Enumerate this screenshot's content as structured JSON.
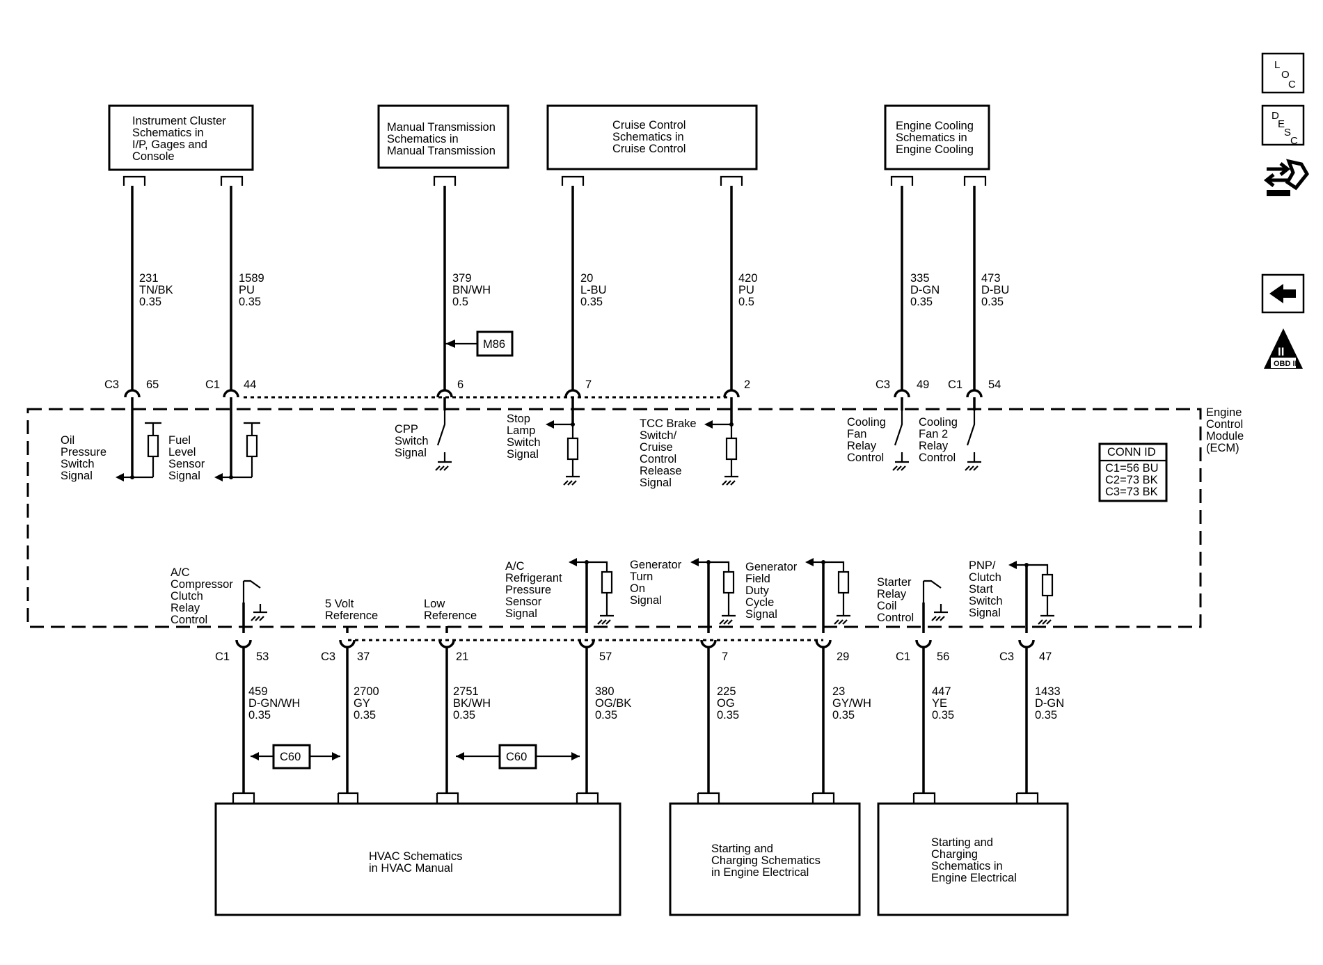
{
  "diagram": {
    "top_modules": [
      {
        "id": "ic",
        "lines": [
          "Instrument Cluster",
          "Schematics in",
          "I/P, Gages and",
          "Console"
        ]
      },
      {
        "id": "mt",
        "lines": [
          "Manual Transmission",
          "Schematics in",
          "Manual Transmission"
        ]
      },
      {
        "id": "cc",
        "lines": [
          "Cruise Control",
          "Schematics in",
          "Cruise Control"
        ]
      },
      {
        "id": "ec",
        "lines": [
          "Engine Cooling",
          "Schematics in",
          "Engine Cooling"
        ]
      }
    ],
    "bottom_modules": [
      {
        "id": "hvac",
        "lines": [
          "HVAC Schematics",
          "in HVAC Manual"
        ]
      },
      {
        "id": "sc1",
        "lines": [
          "Starting and",
          "Charging Schematics",
          "in Engine Electrical"
        ]
      },
      {
        "id": "sc2",
        "lines": [
          "Starting and",
          "Charging",
          "Schematics in",
          "Engine Electrical"
        ]
      }
    ],
    "ecm_label": [
      "Engine",
      "Control",
      "Module",
      "(ECM)"
    ],
    "conn_id": {
      "title": "CONN ID",
      "lines": [
        "C1=56 BU",
        "C2=73 BK",
        "C3=73 BK"
      ]
    },
    "top_circuits": [
      {
        "wire": [
          "231",
          "TN/BK",
          "0.35"
        ],
        "conn": "C3",
        "pin": "65",
        "signal": [
          "Oil",
          "Pressure",
          "Switch",
          "Signal"
        ]
      },
      {
        "wire": [
          "1589",
          "PU",
          "0.35"
        ],
        "conn": "C1",
        "pin": "44",
        "signal": [
          "Fuel",
          "Level",
          "Sensor",
          "Signal"
        ]
      },
      {
        "wire": [
          "379",
          "BN/WH",
          "0.5"
        ],
        "conn": "",
        "pin": "6",
        "signal": [
          "CPP",
          "Switch",
          "Signal"
        ]
      },
      {
        "wire": [
          "20",
          "L-BU",
          "0.35"
        ],
        "conn": "",
        "pin": "7",
        "signal": [
          "Stop",
          "Lamp",
          "Switch",
          "Signal"
        ]
      },
      {
        "wire": [
          "420",
          "PU",
          "0.5"
        ],
        "conn": "",
        "pin": "2",
        "signal": [
          "TCC Brake",
          "Switch/",
          "Cruise",
          "Control",
          "Release",
          "Signal"
        ]
      },
      {
        "wire": [
          "335",
          "D-GN",
          "0.35"
        ],
        "conn": "C3",
        "pin": "49",
        "signal": [
          "Cooling",
          "Fan",
          "Relay",
          "Control"
        ]
      },
      {
        "wire": [
          "473",
          "D-BU",
          "0.35"
        ],
        "conn": "C1",
        "pin": "54",
        "signal": [
          "Cooling",
          "Fan 2",
          "Relay",
          "Control"
        ]
      }
    ],
    "bottom_circuits": [
      {
        "wire": [
          "459",
          "D-GN/WH",
          "0.35"
        ],
        "conn": "C1",
        "pin": "53",
        "signal": [
          "A/C",
          "Compressor",
          "Clutch",
          "Relay",
          "Control"
        ]
      },
      {
        "wire": [
          "2700",
          "GY",
          "0.35"
        ],
        "conn": "C3",
        "pin": "37",
        "signal": [
          "5 Volt",
          "Reference"
        ]
      },
      {
        "wire": [
          "2751",
          "BK/WH",
          "0.35"
        ],
        "conn": "",
        "pin": "21",
        "signal": [
          "Low",
          "Reference"
        ]
      },
      {
        "wire": [
          "380",
          "OG/BK",
          "0.35"
        ],
        "conn": "",
        "pin": "57",
        "signal": [
          "A/C",
          "Refrigerant",
          "Pressure",
          "Sensor",
          "Signal"
        ]
      },
      {
        "wire": [
          "225",
          "OG",
          "0.35"
        ],
        "conn": "",
        "pin": "7",
        "signal": [
          "Generator",
          "Turn",
          "On",
          "Signal"
        ]
      },
      {
        "wire": [
          "23",
          "GY/WH",
          "0.35"
        ],
        "conn": "",
        "pin": "29",
        "signal": [
          "Generator",
          "Field",
          "Duty",
          "Cycle",
          "Signal"
        ]
      },
      {
        "wire": [
          "447",
          "YE",
          "0.35"
        ],
        "conn": "C1",
        "pin": "56",
        "signal": [
          "Starter",
          "Relay",
          "Coil",
          "Control"
        ]
      },
      {
        "wire": [
          "1433",
          "D-GN",
          "0.35"
        ],
        "conn": "C3",
        "pin": "47",
        "signal": [
          "PNP/",
          "Clutch",
          "Start",
          "Switch",
          "Signal"
        ]
      }
    ],
    "refs": {
      "m86": "M86",
      "c60": "C60"
    },
    "sidebar": {
      "loc": [
        "L",
        "O",
        "C"
      ],
      "desc": [
        "D",
        "E",
        "S",
        "C"
      ],
      "obd": "OBD II",
      "obd_numeral": "II"
    }
  }
}
